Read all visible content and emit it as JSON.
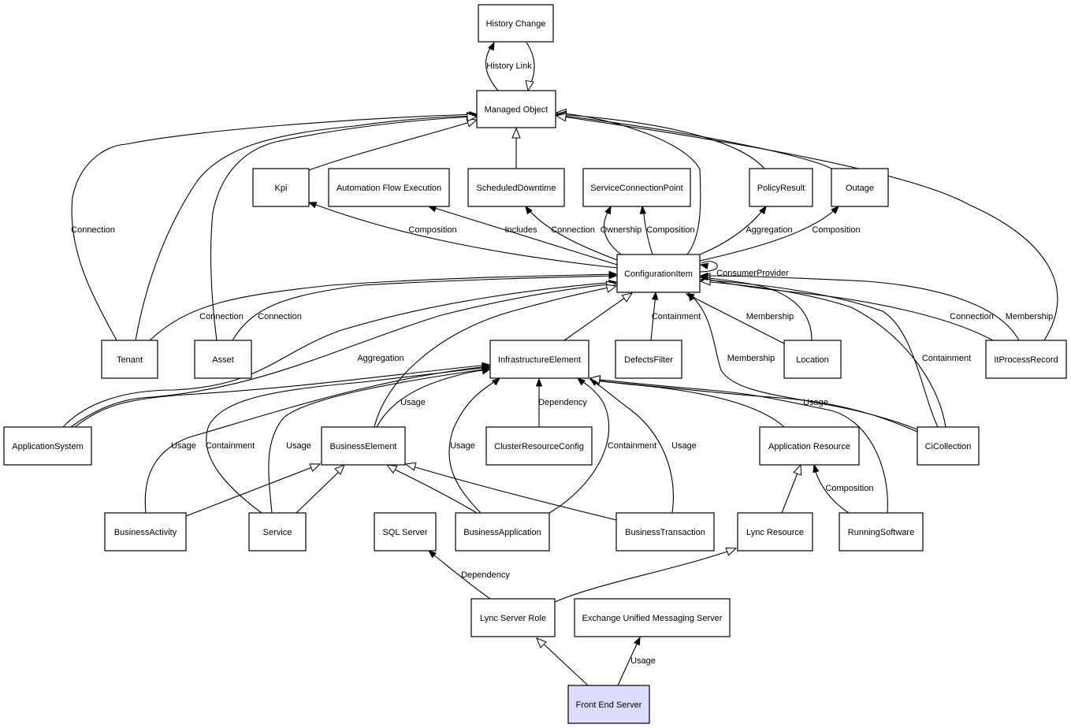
{
  "diagram": {
    "title": "Front End Server class relationship diagram",
    "highlight_color": "#dcdcfc",
    "nodes": [
      {
        "id": "history_change",
        "label": "History Change"
      },
      {
        "id": "managed_object",
        "label": "Managed Object"
      },
      {
        "id": "kpi",
        "label": "Kpi"
      },
      {
        "id": "automation_flow_execution",
        "label": "Automation Flow Execution"
      },
      {
        "id": "scheduled_downtime",
        "label": "ScheduledDowntime"
      },
      {
        "id": "service_connection_point",
        "label": "ServiceConnectionPoint"
      },
      {
        "id": "policy_result",
        "label": "PolicyResult"
      },
      {
        "id": "outage",
        "label": "Outage"
      },
      {
        "id": "configuration_item",
        "label": "ConfigurationItem"
      },
      {
        "id": "tenant",
        "label": "Tenant"
      },
      {
        "id": "asset",
        "label": "Asset"
      },
      {
        "id": "infrastructure_element",
        "label": "InfrastructureElement"
      },
      {
        "id": "defects_filter",
        "label": "DefectsFilter"
      },
      {
        "id": "location",
        "label": "Location"
      },
      {
        "id": "it_process_record",
        "label": "ItProcessRecord"
      },
      {
        "id": "application_system",
        "label": "ApplicationSystem"
      },
      {
        "id": "business_element",
        "label": "BusinessElement"
      },
      {
        "id": "cluster_resource_config",
        "label": "ClusterResourceConfig"
      },
      {
        "id": "application_resource",
        "label": "Application Resource"
      },
      {
        "id": "ci_collection",
        "label": "CiCollection"
      },
      {
        "id": "business_activity",
        "label": "BusinessActivity"
      },
      {
        "id": "service",
        "label": "Service"
      },
      {
        "id": "sql_server",
        "label": "SQL Server"
      },
      {
        "id": "business_application",
        "label": "BusinessApplication"
      },
      {
        "id": "business_transaction",
        "label": "BusinessTransaction"
      },
      {
        "id": "lync_resource",
        "label": "Lync Resource"
      },
      {
        "id": "running_software",
        "label": "RunningSoftware"
      },
      {
        "id": "lync_server_role",
        "label": "Lync Server Role"
      },
      {
        "id": "exchange_um_server",
        "label": "Exchange Unified Messaging Server"
      },
      {
        "id": "front_end_server",
        "label": "Front End Server",
        "highlighted": true
      }
    ],
    "edges": [
      {
        "id": "e_hist_link",
        "from": "managed_object",
        "to": "history_change",
        "label": "History Link",
        "arrow": "filled"
      },
      {
        "id": "e_hist_inherit",
        "from": "history_change",
        "to": "managed_object",
        "label": "",
        "arrow": "hollow"
      },
      {
        "id": "e_sched_mo",
        "from": "scheduled_downtime",
        "to": "managed_object",
        "label": "",
        "arrow": "hollow"
      },
      {
        "id": "e_kpi_mo",
        "from": "kpi",
        "to": "managed_object",
        "label": "",
        "arrow": "hollow"
      },
      {
        "id": "e_tenant_mo_conn",
        "from": "tenant",
        "to": "managed_object",
        "label": "Connection",
        "arrow": "filled"
      },
      {
        "id": "e_tenant_mo",
        "from": "tenant",
        "to": "managed_object",
        "label": "",
        "arrow": "hollow"
      },
      {
        "id": "e_asset_mo",
        "from": "asset",
        "to": "managed_object",
        "label": "",
        "arrow": "hollow"
      },
      {
        "id": "e_ci_mo",
        "from": "configuration_item",
        "to": "managed_object",
        "label": "",
        "arrow": "hollow"
      },
      {
        "id": "e_policy_mo",
        "from": "policy_result",
        "to": "managed_object",
        "label": "",
        "arrow": "hollow"
      },
      {
        "id": "e_outage_mo",
        "from": "outage",
        "to": "managed_object",
        "label": "",
        "arrow": "hollow"
      },
      {
        "id": "e_itpr_mo",
        "from": "it_process_record",
        "to": "managed_object",
        "label": "",
        "arrow": "hollow"
      },
      {
        "id": "e_ci_kpi",
        "from": "configuration_item",
        "to": "kpi",
        "label": "Composition",
        "arrow": "filled"
      },
      {
        "id": "e_ci_afe",
        "from": "configuration_item",
        "to": "automation_flow_execution",
        "label": "Includes",
        "arrow": "filled"
      },
      {
        "id": "e_ci_sched",
        "from": "configuration_item",
        "to": "scheduled_downtime",
        "label": "Connection",
        "arrow": "filled"
      },
      {
        "id": "e_ci_scp_own",
        "from": "configuration_item",
        "to": "service_connection_point",
        "label": "Ownership",
        "arrow": "filled"
      },
      {
        "id": "e_ci_scp_comp",
        "from": "configuration_item",
        "to": "service_connection_point",
        "label": "Composition",
        "arrow": "filled"
      },
      {
        "id": "e_ci_policy",
        "from": "configuration_item",
        "to": "policy_result",
        "label": "Aggregation",
        "arrow": "filled"
      },
      {
        "id": "e_ci_outage",
        "from": "configuration_item",
        "to": "outage",
        "label": "Composition",
        "arrow": "filled"
      },
      {
        "id": "e_ci_self",
        "from": "configuration_item",
        "to": "configuration_item",
        "label": "ConsumerProvider",
        "arrow": "filled"
      },
      {
        "id": "e_tenant_ci",
        "from": "tenant",
        "to": "configuration_item",
        "label": "Connection",
        "arrow": "filled"
      },
      {
        "id": "e_asset_ci",
        "from": "asset",
        "to": "configuration_item",
        "label": "Connection",
        "arrow": "filled"
      },
      {
        "id": "e_appsys_ci_agg",
        "from": "application_system",
        "to": "configuration_item",
        "label": "Aggregation",
        "arrow": "filled"
      },
      {
        "id": "e_appsys_ci",
        "from": "application_system",
        "to": "configuration_item",
        "label": "",
        "arrow": "hollow"
      },
      {
        "id": "e_be_ci",
        "from": "business_element",
        "to": "configuration_item",
        "label": "",
        "arrow": "hollow"
      },
      {
        "id": "e_ie_ci",
        "from": "infrastructure_element",
        "to": "configuration_item",
        "label": "",
        "arrow": "hollow"
      },
      {
        "id": "e_df_ci",
        "from": "defects_filter",
        "to": "configuration_item",
        "label": "Containment",
        "arrow": "filled"
      },
      {
        "id": "e_loc_ci_mem",
        "from": "location",
        "to": "configuration_item",
        "label": "Membership",
        "arrow": "filled"
      },
      {
        "id": "e_loc_ci",
        "from": "location",
        "to": "configuration_item",
        "label": "",
        "arrow": "hollow"
      },
      {
        "id": "e_cic_ci_mem",
        "from": "ci_collection",
        "to": "configuration_item",
        "label": "Membership",
        "arrow": "filled"
      },
      {
        "id": "e_cic_ci_cont",
        "from": "ci_collection",
        "to": "configuration_item",
        "label": "Containment",
        "arrow": "filled"
      },
      {
        "id": "e_cic_ci",
        "from": "ci_collection",
        "to": "configuration_item",
        "label": "",
        "arrow": "hollow"
      },
      {
        "id": "e_itpr_ci_conn",
        "from": "it_process_record",
        "to": "configuration_item",
        "label": "Connection",
        "arrow": "filled"
      },
      {
        "id": "e_itpr_ci_mem",
        "from": "it_process_record",
        "to": "configuration_item",
        "label": "Membership",
        "arrow": "filled"
      },
      {
        "id": "e_appsys_ie",
        "from": "application_system",
        "to": "infrastructure_element",
        "label": "",
        "arrow": "filled"
      },
      {
        "id": "e_ba_ie_usage",
        "from": "business_activity",
        "to": "infrastructure_element",
        "label": "Usage",
        "arrow": "filled"
      },
      {
        "id": "e_svc_ie_cont",
        "from": "service",
        "to": "infrastructure_element",
        "label": "Containment",
        "arrow": "filled"
      },
      {
        "id": "e_svc_ie_usage",
        "from": "service",
        "to": "infrastructure_element",
        "label": "Usage",
        "arrow": "filled"
      },
      {
        "id": "e_be_ie_usage",
        "from": "business_element",
        "to": "infrastructure_element",
        "label": "Usage",
        "arrow": "filled"
      },
      {
        "id": "e_bapp_ie_usage",
        "from": "business_application",
        "to": "infrastructure_element",
        "label": "Usage",
        "arrow": "filled"
      },
      {
        "id": "e_crc_ie_dep",
        "from": "cluster_resource_config",
        "to": "infrastructure_element",
        "label": "Dependency",
        "arrow": "filled"
      },
      {
        "id": "e_bapp_ie_cont",
        "from": "business_application",
        "to": "infrastructure_element",
        "label": "Containment",
        "arrow": "filled"
      },
      {
        "id": "e_bt_ie_usage",
        "from": "business_transaction",
        "to": "infrastructure_element",
        "label": "Usage",
        "arrow": "filled"
      },
      {
        "id": "e_ar_ie",
        "from": "application_resource",
        "to": "infrastructure_element",
        "label": "",
        "arrow": "hollow"
      },
      {
        "id": "e_cic_ie_usage",
        "from": "ci_collection",
        "to": "infrastructure_element",
        "label": "Usage",
        "arrow": "filled"
      },
      {
        "id": "e_rs_ie",
        "from": "running_software",
        "to": "infrastructure_element",
        "label": "",
        "arrow": "hollow"
      },
      {
        "id": "e_bact_be",
        "from": "business_activity",
        "to": "business_element",
        "label": "",
        "arrow": "hollow"
      },
      {
        "id": "e_svc_be",
        "from": "service",
        "to": "business_element",
        "label": "",
        "arrow": "hollow"
      },
      {
        "id": "e_bapp_be",
        "from": "business_application",
        "to": "business_element",
        "label": "",
        "arrow": "hollow"
      },
      {
        "id": "e_bt_be",
        "from": "business_transaction",
        "to": "business_element",
        "label": "",
        "arrow": "hollow"
      },
      {
        "id": "e_lr_ar",
        "from": "lync_resource",
        "to": "application_resource",
        "label": "",
        "arrow": "hollow"
      },
      {
        "id": "e_rs_ar",
        "from": "running_software",
        "to": "application_resource",
        "label": "Composition",
        "arrow": "filled"
      },
      {
        "id": "e_lsr_sql",
        "from": "lync_server_role",
        "to": "sql_server",
        "label": "Dependency",
        "arrow": "filled"
      },
      {
        "id": "e_lsr_lr",
        "from": "lync_server_role",
        "to": "lync_resource",
        "label": "",
        "arrow": "hollow"
      },
      {
        "id": "e_fes_lsr",
        "from": "front_end_server",
        "to": "lync_server_role",
        "label": "",
        "arrow": "hollow"
      },
      {
        "id": "e_fes_exch",
        "from": "front_end_server",
        "to": "exchange_um_server",
        "label": "Usage",
        "arrow": "filled"
      }
    ]
  }
}
